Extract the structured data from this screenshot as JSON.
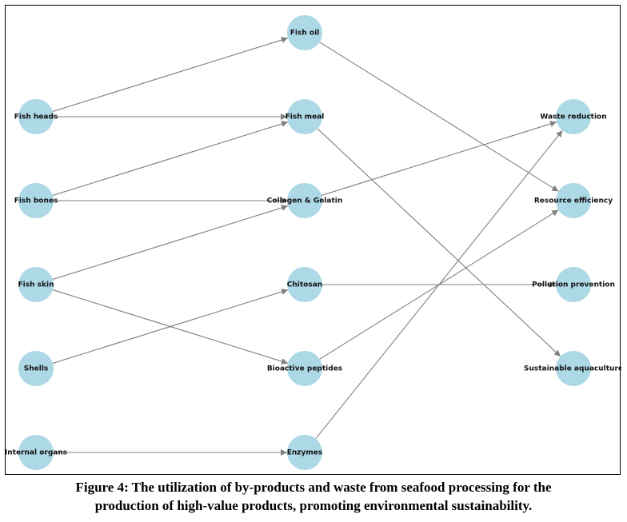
{
  "diagram": {
    "node_color": "#add8e6",
    "edge_color": "#808080",
    "columns": [
      {
        "id": "sources",
        "nodes": [
          "Fish heads",
          "Fish bones",
          "Fish skin",
          "Shells",
          "Internal organs"
        ]
      },
      {
        "id": "products",
        "nodes": [
          "Fish oil",
          "Fish meal",
          "Collagen & Gelatin",
          "Chitosan",
          "Bioactive peptides",
          "Enzymes"
        ]
      },
      {
        "id": "outcomes",
        "nodes": [
          "Waste reduction",
          "Resource efficiency",
          "Pollution prevention",
          "Sustainable aquaculture"
        ]
      }
    ],
    "edges": [
      [
        "Fish heads",
        "Fish oil"
      ],
      [
        "Fish heads",
        "Fish meal"
      ],
      [
        "Fish bones",
        "Fish meal"
      ],
      [
        "Fish bones",
        "Collagen & Gelatin"
      ],
      [
        "Fish skin",
        "Collagen & Gelatin"
      ],
      [
        "Fish skin",
        "Bioactive peptides"
      ],
      [
        "Shells",
        "Chitosan"
      ],
      [
        "Internal organs",
        "Enzymes"
      ],
      [
        "Fish oil",
        "Resource efficiency"
      ],
      [
        "Fish meal",
        "Sustainable aquaculture"
      ],
      [
        "Collagen & Gelatin",
        "Waste reduction"
      ],
      [
        "Chitosan",
        "Pollution prevention"
      ],
      [
        "Bioactive peptides",
        "Resource efficiency"
      ],
      [
        "Enzymes",
        "Waste reduction"
      ]
    ]
  },
  "caption": {
    "line1": "Figure 4: The utilization of by-products and waste from seafood processing for the",
    "line2": "production of high-value products, promoting environmental sustainability."
  }
}
